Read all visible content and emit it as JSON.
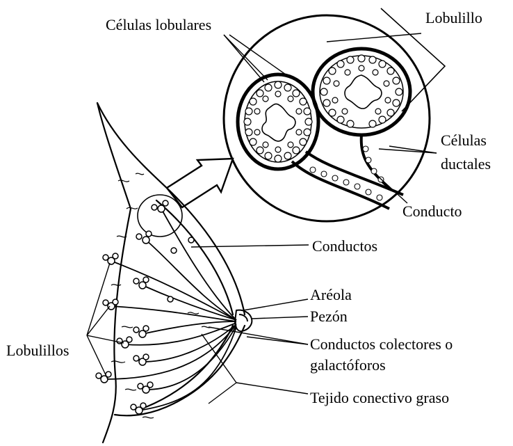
{
  "labels": {
    "celulas_lobulares": "Células lobulares",
    "lobulillo": "Lobulillo",
    "celulas_ductales_1": "Células",
    "celulas_ductales_2": "ductales",
    "conducto": "Conducto",
    "conductos": "Conductos",
    "areola": "Aréola",
    "pezon": "Pezón",
    "conductos_colectores_1": "Conductos colectores o",
    "conductos_colectores_2": "galactóforos",
    "lobulillos": "Lobulillos",
    "tejido": "Tejido conectivo graso"
  },
  "colors": {
    "ink": "#000000",
    "background": "#ffffff",
    "cell_fill": "#ffffff"
  }
}
